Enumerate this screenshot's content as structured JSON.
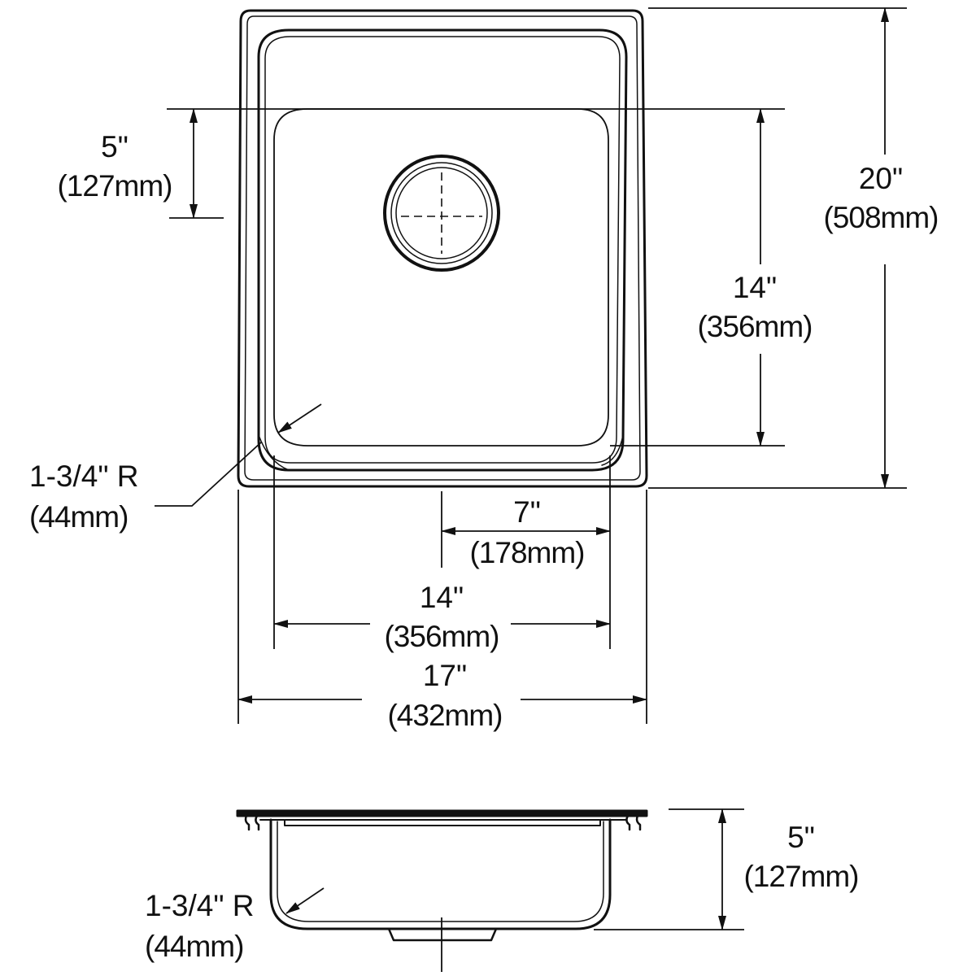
{
  "dimensions": {
    "drain_offset": {
      "inches": "5\"",
      "mm": "(127mm)"
    },
    "overall_length": {
      "inches": "20\"",
      "mm": "(508mm)"
    },
    "bowl_length": {
      "inches": "14\"",
      "mm": "(356mm)"
    },
    "corner_radius_top": {
      "inches": "1-3/4\" R",
      "mm": "(44mm)"
    },
    "drain_center": {
      "inches": "7\"",
      "mm": "(178mm)"
    },
    "bowl_width": {
      "inches": "14\"",
      "mm": "(356mm)"
    },
    "overall_width": {
      "inches": "17\"",
      "mm": "(432mm)"
    },
    "bowl_depth": {
      "inches": "5\"",
      "mm": "(127mm)"
    },
    "corner_radius_side": {
      "inches": "1-3/4\" R",
      "mm": "(44mm)"
    }
  }
}
